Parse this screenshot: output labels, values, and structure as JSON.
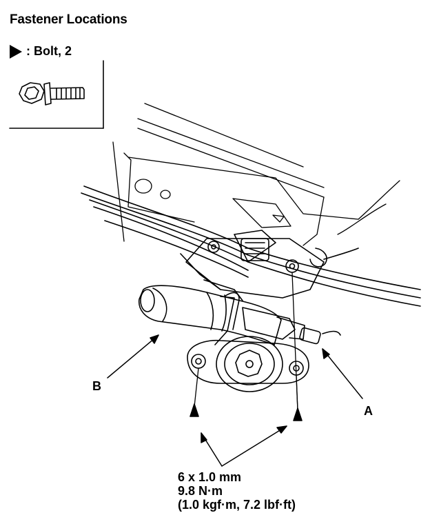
{
  "header": {
    "title": "Fastener Locations"
  },
  "legend": {
    "symbol": "black-triangle-icon",
    "text": ": Bolt, 2"
  },
  "callouts": {
    "a": "A",
    "b": "B"
  },
  "spec": {
    "size": "6 x 1.0 mm",
    "torque_nm": "9.8 N·m",
    "torque_alt": "(1.0 kgf·m, 7.2 lbf·ft)"
  },
  "colors": {
    "ink": "#000000",
    "paper": "#ffffff"
  }
}
